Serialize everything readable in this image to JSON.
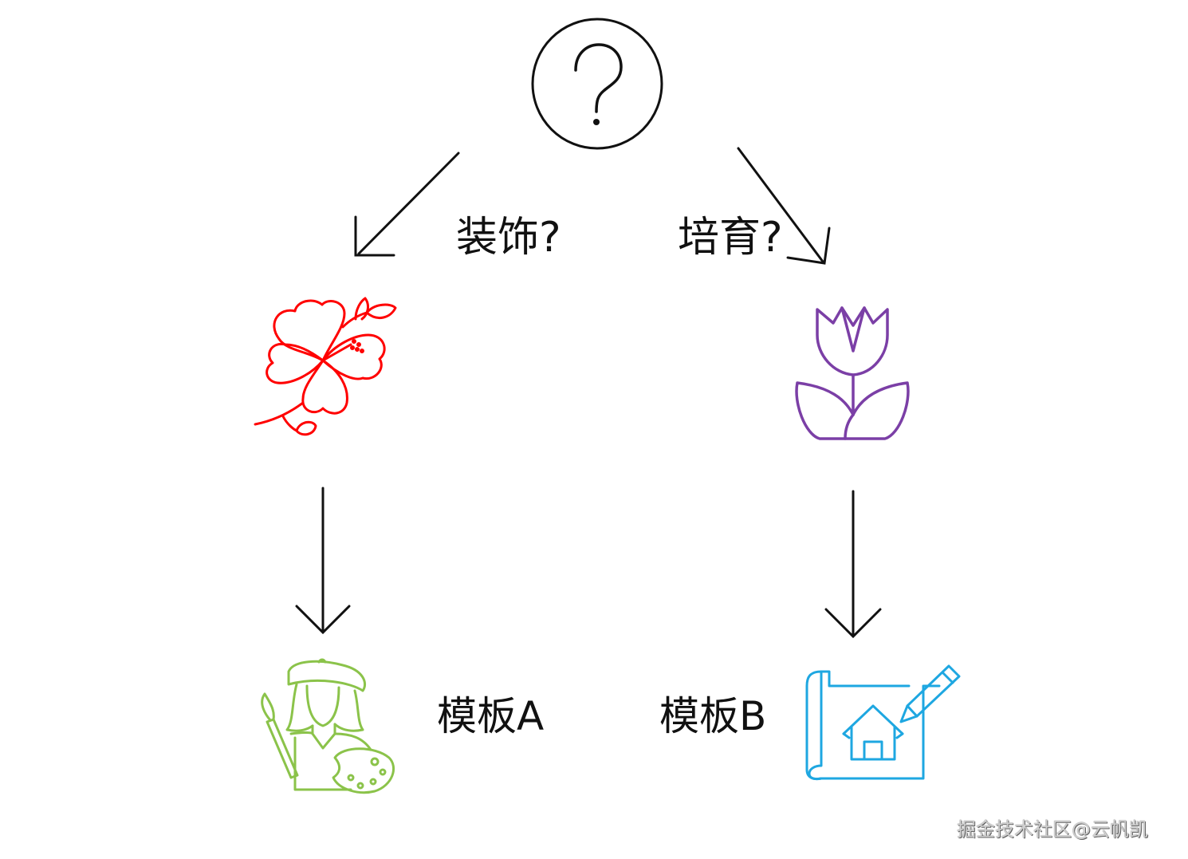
{
  "diagram": {
    "root_symbol": "?",
    "branches": {
      "left": {
        "question": "装饰?",
        "icon": "hibiscus-flower-icon",
        "result_icon": "painter-artist-icon",
        "result_label": "模板A",
        "icon_color": "#ff0000",
        "result_color": "#8bc34a"
      },
      "right": {
        "question": "培育?",
        "icon": "tulip-plant-icon",
        "result_icon": "house-blueprint-icon",
        "result_label": "模板B",
        "icon_color": "#7b3fa6",
        "result_color": "#1ea7e1"
      }
    }
  },
  "watermark": "掘金技术社区@云帆凯"
}
